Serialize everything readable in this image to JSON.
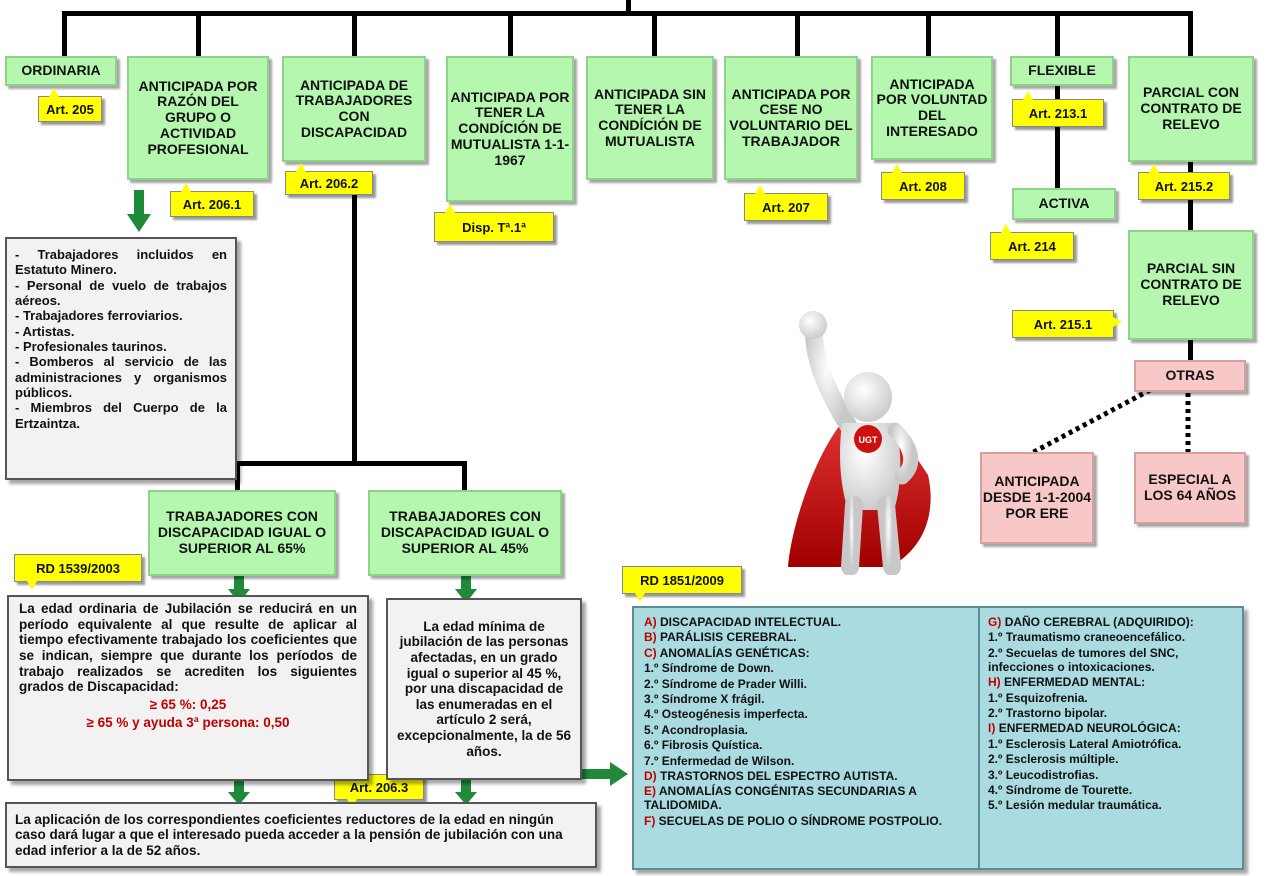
{
  "top_boxes": {
    "ordinaria": "ORDINARIA",
    "razon_grupo": "ANTICIPADA POR RAZÓN DEL GRUPO O ACTIVIDAD PROFESIONAL",
    "discapacidad": "ANTICIPADA DE TRABAJADORES CON DISCAPACIDAD",
    "mutualista": "ANTICIPADA POR TENER LA CONDÍCIÓN DE MUTUALISTA 1-1-1967",
    "sin_mutualista": "ANTICIPADA SIN TENER LA CONDÍCIÓN DE MUTUALISTA",
    "cese": "ANTICIPADA POR CESE NO VOLUNTARIO DEL TRABAJADOR",
    "voluntad": "ANTICIPADA POR VOLUNTAD DEL INTERESADO",
    "flexible": "FLEXIBLE",
    "activa": "ACTIVA",
    "parcial_con": "PARCIAL CON CONTRATO DE RELEVO",
    "parcial_sin": "PARCIAL SIN CONTRATO DE RELEVO",
    "otras": "OTRAS",
    "ere": "ANTICIPADA DESDE 1-1-2004 POR ERE",
    "especial": "ESPECIAL A LOS 64 AÑOS"
  },
  "tags": {
    "art205": "Art. 205",
    "art2061": "Art. 206.1",
    "art2062": "Art. 206.2",
    "disp": "Disp. Tª.1ª",
    "art207": "Art. 207",
    "art208": "Art. 208",
    "art2131": "Art. 213.1",
    "art214": "Art. 214",
    "art2152": "Art. 215.2",
    "art2151": "Art. 215.1",
    "art2063": "Art. 206.3",
    "rd1539": "RD 1539/2003",
    "rd1851": "RD 1851/2009"
  },
  "grupo_list": [
    "- Trabajadores incluidos en Estatuto Minero.",
    "- Personal de vuelo de trabajos aéreos.",
    "- Trabajadores ferroviarios.",
    "- Artistas.",
    "- Profesionales taurinos.",
    "- Bomberos al servicio de las administraciones y organismos públicos.",
    "- Miembros del Cuerpo de la Ertzaintza."
  ],
  "disc65": "TRABAJADORES CON DISCAPACIDAD IGUAL O SUPERIOR AL 65%",
  "disc45": "TRABAJADORES CON DISCAPACIDAD IGUAL O SUPERIOR AL 45%",
  "text65": "La edad ordinaria de Jubilación se reducirá en un período equivalente al que resulte de aplicar al tiempo efectivamente trabajado los coeficientes que se indican, siempre que durante los períodos de trabajo realizados se acrediten los siguientes grados de Discapacidad:",
  "coef1": "≥ 65 %: 0,25",
  "coef2": "≥ 65 % y ayuda 3ª persona: 0,50",
  "text45": "La edad mínima de jubilación de las personas afectadas, en un grado igual o superior al 45 %, por una discapacidad de las enumeradas en el artículo 2 será, excepcionalmente, la de 56 años.",
  "bottom_text": "La aplicación de los correspondientes coeficientes reductores de la edad en ningún caso dará lugar a que el interesado pueda acceder a la pensión de jubilación con una edad inferior a la de 52 años.",
  "conditions_left": [
    {
      "letter": "A)",
      "text": "DISCAPACIDAD INTELECTUAL."
    },
    {
      "letter": "B)",
      "text": "PARÁLISIS CEREBRAL."
    },
    {
      "letter": "C)",
      "text": "ANOMALÍAS GENÉTICAS:"
    },
    {
      "letter": "",
      "text": "1.º Síndrome de Down."
    },
    {
      "letter": "",
      "text": "2.º Síndrome de Prader Willi."
    },
    {
      "letter": "",
      "text": "3.º Síndrome X frágil."
    },
    {
      "letter": "",
      "text": "4.º Osteogénesis imperfecta."
    },
    {
      "letter": "",
      "text": "5.º Acondroplasia."
    },
    {
      "letter": "",
      "text": "6.º Fibrosis Quística."
    },
    {
      "letter": "",
      "text": "7.º Enfermedad de Wilson."
    },
    {
      "letter": "D)",
      "text": "TRASTORNOS DEL ESPECTRO AUTISTA."
    },
    {
      "letter": "E)",
      "text": "ANOMALÍAS CONGÉNITAS SECUNDARIAS A TALIDOMIDA."
    },
    {
      "letter": "F)",
      "text": "SECUELAS DE POLIO O SÍNDROME POSTPOLIO."
    }
  ],
  "conditions_right": [
    {
      "letter": "G)",
      "text": "DAÑO CEREBRAL (ADQUIRIDO):"
    },
    {
      "letter": "",
      "text": "1.º Traumatismo craneoencefálico."
    },
    {
      "letter": "",
      "text": "2.º Secuelas de tumores del SNC, infecciones o intoxicaciones."
    },
    {
      "letter": "H)",
      "text": "ENFERMEDAD MENTAL:"
    },
    {
      "letter": "",
      "text": "1.º Esquizofrenia."
    },
    {
      "letter": "",
      "text": "2.º Trastorno bipolar."
    },
    {
      "letter": "I)",
      "text": "ENFERMEDAD NEUROLÓGICA:"
    },
    {
      "letter": "",
      "text": "1.º Esclerosis Lateral Amiotrófica."
    },
    {
      "letter": "",
      "text": "2.º Esclerosis múltiple."
    },
    {
      "letter": "",
      "text": "3.º Leucodistrofias."
    },
    {
      "letter": "",
      "text": "4.º Síndrome de Tourette."
    },
    {
      "letter": "",
      "text": "5.º Lesión medular traumática."
    }
  ],
  "logo_text": "UGT",
  "colors": {
    "green_box": "#b6f7b0",
    "tag": "#ffff00",
    "pink_box": "#f8c8c8",
    "cond_box": "#a9dbe0",
    "red_text": "#c00000"
  }
}
